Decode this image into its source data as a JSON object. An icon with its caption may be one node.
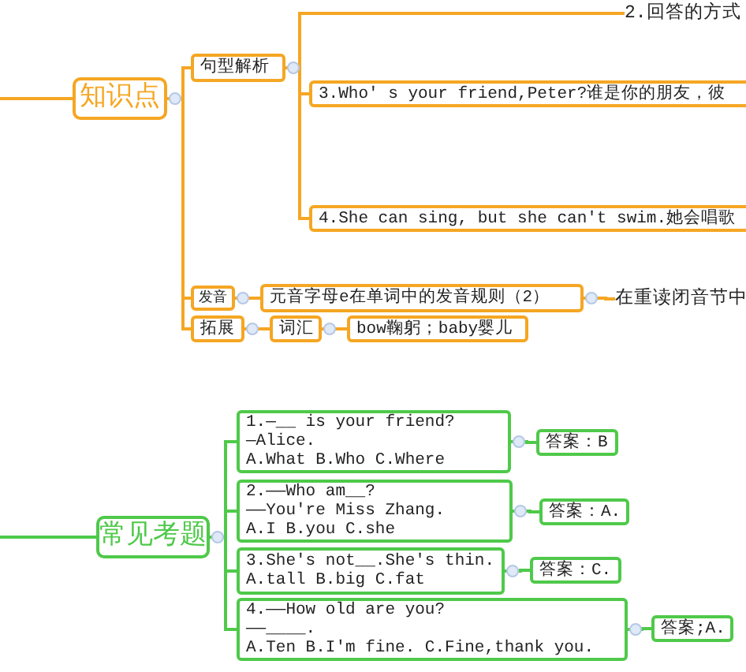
{
  "diagram": {
    "nodes": [
      {
        "text": [
          "知识点"
        ]
      },
      {
        "text": [
          "句型解析"
        ]
      },
      {
        "text": [
          "2.回答的方式"
        ]
      },
      {
        "text": [
          "3.Who' s your friend,Peter?谁是你的朋友，彼"
        ]
      },
      {
        "text": [
          "4.She can sing, but she can't swim.她会唱歌"
        ]
      },
      {
        "text": [
          "发音"
        ]
      },
      {
        "text": [
          "元音字母e在单词中的发音规则（2）"
        ]
      },
      {
        "text": [
          "在重读闭音节中"
        ]
      },
      {
        "text": [
          "拓展"
        ]
      },
      {
        "text": [
          "词汇"
        ]
      },
      {
        "text": [
          "bow鞠躬；baby婴儿"
        ]
      },
      {
        "text": [
          "常见考题"
        ]
      },
      {
        "text": [
          "1.—__ is your friend?",
          "—Alice.",
          "A.What B.Who C.Where"
        ]
      },
      {
        "text": [
          "答案：B"
        ]
      },
      {
        "text": [
          "2.——Who am__?",
          "——You're Miss Zhang.",
          "A.I B.you C.she"
        ]
      },
      {
        "text": [
          "答案：A."
        ]
      },
      {
        "text": [
          "3.She's not__.She's thin.",
          "A.tall B.big C.fat"
        ]
      },
      {
        "text": [
          "答案：C."
        ]
      },
      {
        "text": [
          "4.——How old are you?",
          "——____.",
          "A.Ten B.I'm fine. C.Fine,thank you."
        ]
      },
      {
        "text": [
          "答案;A."
        ]
      }
    ],
    "edges": [
      {
        "from": null,
        "to": 0,
        "arrow": "none"
      },
      {
        "from": 0,
        "to": 1,
        "arrow": "none"
      },
      {
        "from": 0,
        "to": 5,
        "arrow": "none"
      },
      {
        "from": 0,
        "to": 8,
        "arrow": "none"
      },
      {
        "from": 1,
        "to": 2,
        "arrow": "none"
      },
      {
        "from": 1,
        "to": 3,
        "arrow": "none"
      },
      {
        "from": 1,
        "to": 4,
        "arrow": "none"
      },
      {
        "from": 5,
        "to": 6,
        "arrow": "none"
      },
      {
        "from": 6,
        "to": 7,
        "arrow": "none"
      },
      {
        "from": 8,
        "to": 9,
        "arrow": "none"
      },
      {
        "from": 9,
        "to": 10,
        "arrow": "none"
      },
      {
        "from": null,
        "to": 11,
        "arrow": "none",
        "color": "#4fc94a"
      },
      {
        "from": 11,
        "to": 12,
        "arrow": "none",
        "color": "#4fc94a"
      },
      {
        "from": 11,
        "to": 14,
        "arrow": "none",
        "color": "#4fc94a"
      },
      {
        "from": 11,
        "to": 16,
        "arrow": "none",
        "color": "#4fc94a"
      },
      {
        "from": 11,
        "to": 18,
        "arrow": "none",
        "color": "#4fc94a"
      },
      {
        "from": 12,
        "to": 13,
        "arrow": "none",
        "color": "#4fc94a"
      },
      {
        "from": 14,
        "to": 15,
        "arrow": "none",
        "color": "#4fc94a"
      },
      {
        "from": 16,
        "to": 17,
        "arrow": "none",
        "color": "#4fc94a"
      },
      {
        "from": 18,
        "to": 19,
        "arrow": "none",
        "color": "#4fc94a"
      }
    ]
  }
}
